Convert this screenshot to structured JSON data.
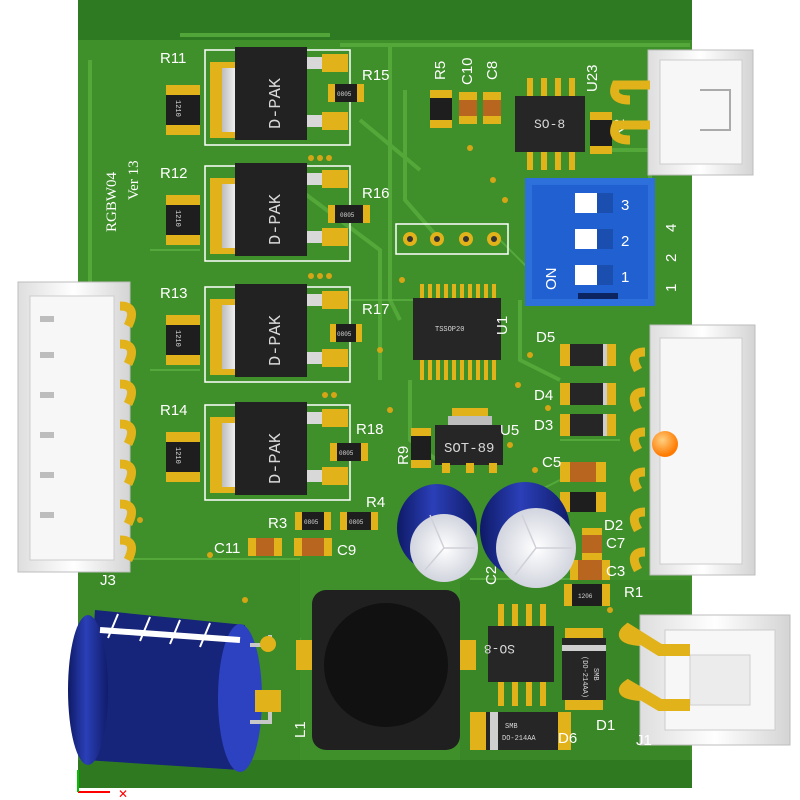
{
  "board": {
    "name": "RGBW04",
    "version": "Ver 13",
    "colors": {
      "pcb": "#3f8f2a",
      "pcb_dark": "#2f7420",
      "trace": "#55a838",
      "pad": "#e2b21a",
      "silk": "#ffffff",
      "chip": "#262626",
      "connector": "#f0f0f0",
      "cap_blue": "#1f2f9a",
      "dip_blue": "#2060d0",
      "led": "#ff8a00"
    }
  },
  "labels": {
    "r11": "R11",
    "r12": "R12",
    "r13": "R13",
    "r14": "R14",
    "r15": "R15",
    "r16": "R16",
    "r17": "R17",
    "r18": "R18",
    "r5": "R5",
    "c10": "C10",
    "c8": "C8",
    "u23": "U23",
    "r2": "R2",
    "u1": "U1",
    "d5": "D5",
    "d4": "D4",
    "d3": "D3",
    "u5": "U5",
    "c5": "C5",
    "r9": "R9",
    "r4": "R4",
    "r3": "R3",
    "c11": "C11",
    "c9": "C9",
    "d2": "D2",
    "c7": "C7",
    "c3": "C3",
    "r1": "R1",
    "c2": "C2",
    "j3": "J3",
    "l1": "L1",
    "d6": "D6",
    "d1": "D1",
    "j1": "J1"
  },
  "chip_marks": {
    "dpak": "D-PAK",
    "so8_top": "SO-8",
    "so8_bottom": "SO-8",
    "tssop": "TSSOP20",
    "sot89": "SOT-89",
    "res1210": "1210",
    "res0805": "0805",
    "res1206": "1206",
    "smb": "SMB",
    "smb_pkg": "(DO-214AA)",
    "smb2": "SMB",
    "smb2_pkg": "DO-214AA"
  },
  "dip_switch": {
    "on_label": "ON",
    "top_numbers": [
      "3",
      "2",
      "1"
    ],
    "side_numbers": [
      "4",
      "2",
      "1"
    ]
  }
}
